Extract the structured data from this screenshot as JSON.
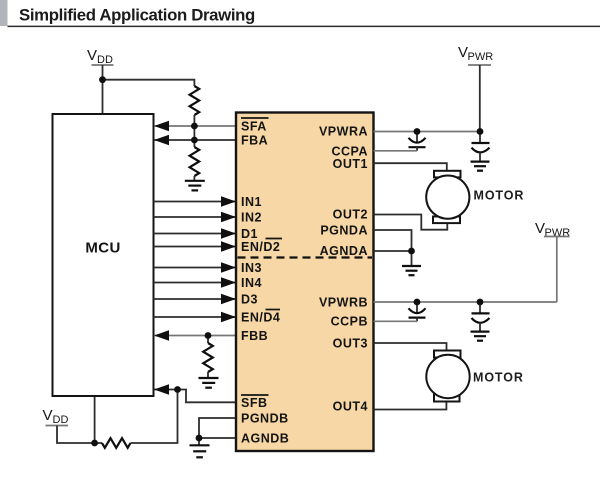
{
  "title": "Simplified Application Drawing",
  "colors": {
    "background": "#ffffff",
    "header_block": "#b1b4b8",
    "ic_fill": "#f6d7a5",
    "ink": "#0f0f0f",
    "wire": "#2d2d2d",
    "wire_light": "#767676"
  },
  "mcu": {
    "label": "MCU"
  },
  "driver_ic": {
    "left_pins": [
      {
        "label": "SFA",
        "overline": "SFA"
      },
      {
        "label": "FBA"
      },
      {
        "label": "IN1"
      },
      {
        "label": "IN2"
      },
      {
        "label": "D1"
      },
      {
        "label": "EN/D2",
        "overline": "D2"
      },
      {
        "label": "IN3"
      },
      {
        "label": "IN4"
      },
      {
        "label": "D3"
      },
      {
        "label": "EN/D4",
        "overline": "D4"
      },
      {
        "label": "FBB"
      },
      {
        "label": "SFB",
        "overline": "SFB"
      },
      {
        "label": "PGNDB"
      },
      {
        "label": "AGNDB"
      }
    ],
    "right_pins": [
      {
        "label": "VPWRA"
      },
      {
        "label": "CCPA"
      },
      {
        "label": "OUT1"
      },
      {
        "label": "OUT2"
      },
      {
        "label": "PGNDA"
      },
      {
        "label": "AGNDA"
      },
      {
        "label": "VPWRB"
      },
      {
        "label": "CCPB"
      },
      {
        "label": "OUT3"
      },
      {
        "label": "OUT4"
      }
    ]
  },
  "supplies": {
    "vdd_top": {
      "base": "V",
      "sub": "DD"
    },
    "vpwr_top": {
      "base": "V",
      "sub": "PWR"
    },
    "vpwr_bottom": {
      "base": "V",
      "sub": "PWR"
    },
    "vdd_bottom": {
      "base": "V",
      "sub": "DD"
    }
  },
  "motors": [
    {
      "label": "MOTOR"
    },
    {
      "label": "MOTOR"
    }
  ]
}
